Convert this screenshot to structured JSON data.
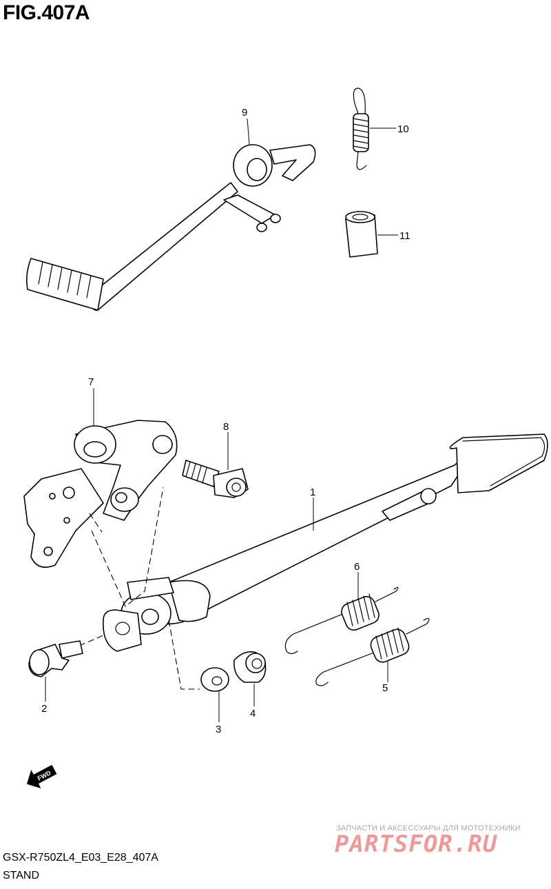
{
  "figure": {
    "title": "FIG.407A",
    "model_code": "GSX-R750ZL4_E03_E28_407A",
    "section_name": "STAND"
  },
  "callouts": [
    {
      "number": "1"
    },
    {
      "number": "2"
    },
    {
      "number": "3"
    },
    {
      "number": "4"
    },
    {
      "number": "5"
    },
    {
      "number": "6"
    },
    {
      "number": "7"
    },
    {
      "number": "8"
    },
    {
      "number": "9"
    },
    {
      "number": "10"
    },
    {
      "number": "11"
    }
  ],
  "direction_badge": {
    "label": "FWD",
    "icon": "forward-arrow-icon"
  },
  "watermark": {
    "tagline": "ЗАПЧАСТИ И АКСЕССУАРЫ ДЛЯ МОТОТЕХНИКИ",
    "brand": "PARTSFOR.RU",
    "color": "#ef9a9a"
  }
}
